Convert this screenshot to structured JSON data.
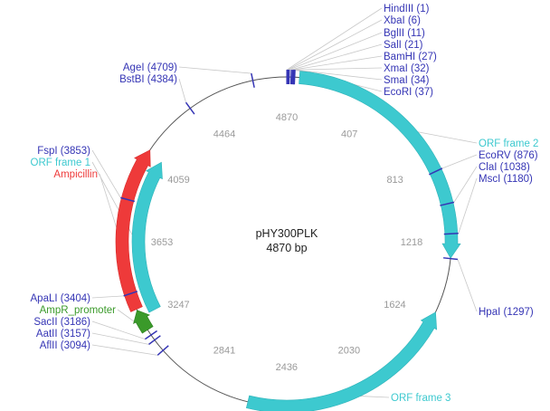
{
  "plasmid": {
    "name": "pHY300PLK",
    "size_label": "4870 bp",
    "length": 4870
  },
  "colors": {
    "enzyme": "#3535b5",
    "orf": "#3dc9cf",
    "ampicillin": "#ee3a3a",
    "promoter": "#3a9a2a",
    "backbone": "#555555",
    "tick_text": "#9a9a9a",
    "leader": "#c8c8c8"
  },
  "ticks": [
    {
      "label": "4870",
      "pos": 0
    },
    {
      "label": "407",
      "pos": 407
    },
    {
      "label": "813",
      "pos": 813
    },
    {
      "label": "1218",
      "pos": 1218
    },
    {
      "label": "1624",
      "pos": 1624
    },
    {
      "label": "2030",
      "pos": 2030
    },
    {
      "label": "2436",
      "pos": 2436
    },
    {
      "label": "2841",
      "pos": 2841
    },
    {
      "label": "3247",
      "pos": 3247
    },
    {
      "label": "3653",
      "pos": 3653
    },
    {
      "label": "4059",
      "pos": 4059
    },
    {
      "label": "4464",
      "pos": 4464
    }
  ],
  "features": [
    {
      "name": "ORF frame 2",
      "start": 60,
      "end": 1295,
      "strand": 1,
      "color_key": "orf",
      "track": "outer"
    },
    {
      "name": "ORF frame 3",
      "start": 1560,
      "end": 2620,
      "strand": -1,
      "color_key": "orf",
      "track": "outer"
    },
    {
      "name": "ORF frame 1",
      "start": 3285,
      "end": 4090,
      "strand": 1,
      "color_key": "orf",
      "track": "inner"
    },
    {
      "name": "Ampicillin",
      "start": 3325,
      "end": 4110,
      "strand": 1,
      "color_key": "ampicillin",
      "track": "outer"
    },
    {
      "name": "AmpR_promoter",
      "start": 3215,
      "end": 3320,
      "strand": 1,
      "color_key": "promoter",
      "track": "outer"
    }
  ],
  "enzymes": [
    {
      "name": "HindIII",
      "pos": 1
    },
    {
      "name": "XbaI",
      "pos": 6
    },
    {
      "name": "BglII",
      "pos": 11
    },
    {
      "name": "SalI",
      "pos": 21
    },
    {
      "name": "BamHI",
      "pos": 27
    },
    {
      "name": "XmaI",
      "pos": 32
    },
    {
      "name": "SmaI",
      "pos": 34
    },
    {
      "name": "EcoRI",
      "pos": 37
    },
    {
      "name": "EcoRV",
      "pos": 876
    },
    {
      "name": "ClaI",
      "pos": 1038
    },
    {
      "name": "MscI",
      "pos": 1180
    },
    {
      "name": "HpaI",
      "pos": 1297
    },
    {
      "name": "AflII",
      "pos": 3094
    },
    {
      "name": "AatII",
      "pos": 3157
    },
    {
      "name": "SacII",
      "pos": 3186
    },
    {
      "name": "ApaLI",
      "pos": 3404
    },
    {
      "name": "FspI",
      "pos": 3853
    },
    {
      "name": "BstBI",
      "pos": 4384
    },
    {
      "name": "AgeI",
      "pos": 4709
    }
  ],
  "labels": [
    {
      "text": "HindIII (1)",
      "ref": "enzyme:HindIII",
      "color_key": "enzyme"
    },
    {
      "text": "XbaI (6)",
      "ref": "enzyme:XbaI",
      "color_key": "enzyme"
    },
    {
      "text": "BglII (11)",
      "ref": "enzyme:BglII",
      "color_key": "enzyme"
    },
    {
      "text": "SalI (21)",
      "ref": "enzyme:SalI",
      "color_key": "enzyme"
    },
    {
      "text": "BamHI (27)",
      "ref": "enzyme:BamHI",
      "color_key": "enzyme"
    },
    {
      "text": "XmaI (32)",
      "ref": "enzyme:XmaI",
      "color_key": "enzyme"
    },
    {
      "text": "SmaI (34)",
      "ref": "enzyme:SmaI",
      "color_key": "enzyme"
    },
    {
      "text": "EcoRI (37)",
      "ref": "enzyme:EcoRI",
      "color_key": "enzyme"
    },
    {
      "text": "ORF frame 2",
      "ref": "feature:ORF frame 2",
      "color_key": "orf"
    },
    {
      "text": "EcoRV (876)",
      "ref": "enzyme:EcoRV",
      "color_key": "enzyme"
    },
    {
      "text": "ClaI (1038)",
      "ref": "enzyme:ClaI",
      "color_key": "enzyme"
    },
    {
      "text": "MscI (1180)",
      "ref": "enzyme:MscI",
      "color_key": "enzyme"
    },
    {
      "text": "HpaI (1297)",
      "ref": "enzyme:HpaI",
      "color_key": "enzyme"
    },
    {
      "text": "ORF frame 3",
      "ref": "feature:ORF frame 3",
      "color_key": "orf"
    },
    {
      "text": "AflII (3094)",
      "ref": "enzyme:AflII",
      "color_key": "enzyme"
    },
    {
      "text": "AatII (3157)",
      "ref": "enzyme:AatII",
      "color_key": "enzyme"
    },
    {
      "text": "SacII (3186)",
      "ref": "enzyme:SacII",
      "color_key": "enzyme"
    },
    {
      "text": "AmpR_promoter",
      "ref": "feature:AmpR_promoter",
      "color_key": "promoter"
    },
    {
      "text": "ApaLI (3404)",
      "ref": "enzyme:ApaLI",
      "color_key": "enzyme"
    },
    {
      "text": "Ampicillin",
      "ref": "feature:Ampicillin",
      "color_key": "ampicillin"
    },
    {
      "text": "ORF frame 1",
      "ref": "feature:ORF frame 1",
      "color_key": "orf"
    },
    {
      "text": "FspI (3853)",
      "ref": "enzyme:FspI",
      "color_key": "enzyme"
    },
    {
      "text": "BstBI (4384)",
      "ref": "enzyme:BstBI",
      "color_key": "enzyme"
    },
    {
      "text": "AgeI (4709)",
      "ref": "enzyme:AgeI",
      "color_key": "enzyme"
    }
  ]
}
